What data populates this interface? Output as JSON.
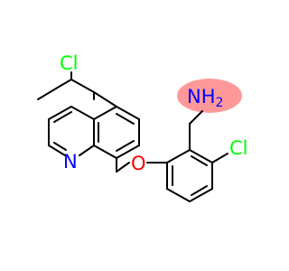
{
  "molecule": {
    "atoms": {
      "cl_quinoline": "Cl",
      "nitrogen": "N",
      "oxygen": "O",
      "cl_benzene": "Cl",
      "amine_main": "NH",
      "amine_sub": "2"
    }
  },
  "colors": {
    "bond": "#000000",
    "cl": "#00ff00",
    "n": "#0000ff",
    "o": "#ff0000",
    "highlight": "#ff9999"
  }
}
